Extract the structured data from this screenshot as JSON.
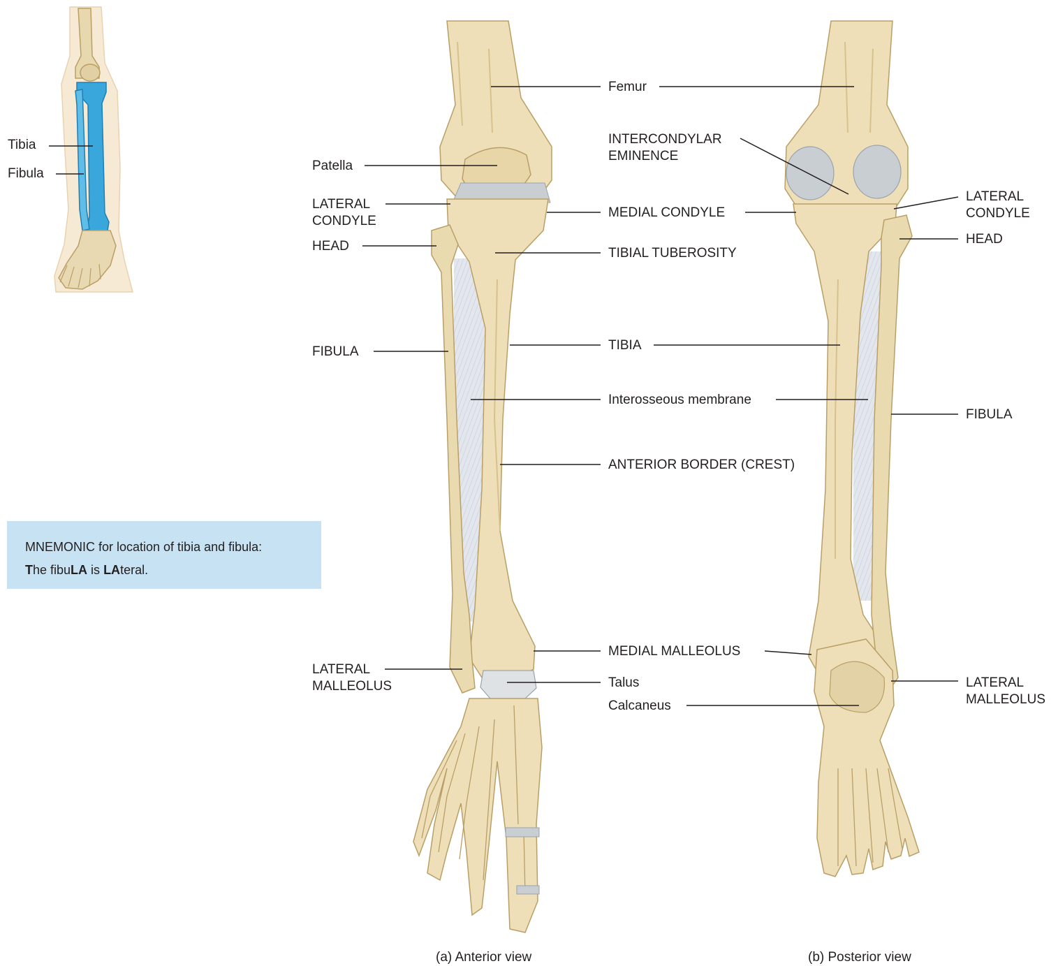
{
  "colors": {
    "bone": "#eedfb8",
    "bone_shade": "#d7c18d",
    "bone_outline": "#b99f66",
    "cartilage": "#c9ced3",
    "membrane": "#dfe4ea",
    "highlight_blue": "#3aa7dc",
    "mnemonic_bg": "#c6e2f3",
    "leader_line": "#231f20"
  },
  "inset": {
    "labels": {
      "tibia": "Tibia",
      "fibula": "Fibula"
    },
    "icons": [
      "leg-silhouette-icon"
    ]
  },
  "mnemonic": {
    "line1": "MNEMONIC for location of tibia and fibula:",
    "line2": {
      "p1": "T",
      "p2": "he fibu",
      "p3": "LA",
      "p4": " is ",
      "p5": "LA",
      "p6": "teral."
    }
  },
  "center_labels": {
    "femur": "Femur",
    "intercondylar_eminence": "INTERCONDYLAR\nEMINENCE",
    "medial_condyle": "MEDIAL CONDYLE",
    "tibial_tuberosity": "TIBIAL TUBEROSITY",
    "tibia": "TIBIA",
    "interosseous_membrane": "Interosseous membrane",
    "anterior_border": "ANTERIOR BORDER (CREST)",
    "medial_malleolus": "MEDIAL MALLEOLUS",
    "talus": "Talus",
    "calcaneus": "Calcaneus"
  },
  "anterior_labels": {
    "patella": "Patella",
    "lateral_condyle": "LATERAL\nCONDYLE",
    "head": "HEAD",
    "fibula": "FIBULA",
    "lateral_malleolus": "LATERAL\nMALLEOLUS"
  },
  "posterior_labels": {
    "lateral_condyle": "LATERAL\nCONDYLE",
    "head": "HEAD",
    "fibula": "FIBULA",
    "lateral_malleolus": "LATERAL\nMALLEOLUS"
  },
  "captions": {
    "anterior": "(a) Anterior view",
    "posterior": "(b) Posterior view"
  }
}
